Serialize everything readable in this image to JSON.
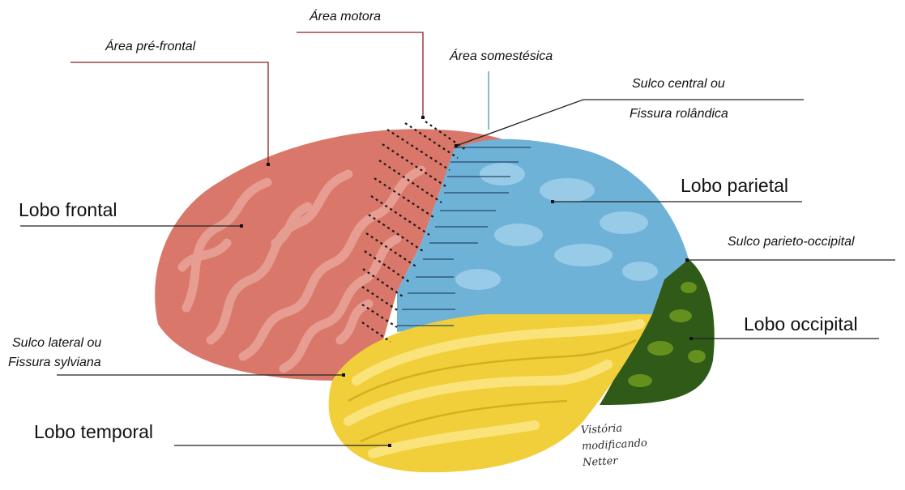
{
  "labels": {
    "prefrontal": "Área pré-frontal",
    "motor": "Área motora",
    "somatosensory": "Área somestésica",
    "central_sulcus_1": "Sulco central ou",
    "central_sulcus_2": "Fissura rolândica",
    "frontal_lobe": "Lobo frontal",
    "parietal_lobe": "Lobo parietal",
    "parieto_occipital": "Sulco parieto-occipital",
    "occipital_lobe": "Lobo occipital",
    "lateral_sulcus_1": "Sulco lateral ou",
    "lateral_sulcus_2": "Fissura sylviana",
    "temporal_lobe": "Lobo temporal"
  },
  "signature": [
    "Vistória",
    "modificando",
    "Netter"
  ],
  "colors": {
    "frontal": "#d9776a",
    "frontal_gyri": "#e8a196",
    "parietal": "#6fb2d8",
    "parietal_light": "#a9d6ee",
    "occipital": "#2f5a18",
    "occipital_light": "#6f9a1e",
    "temporal": "#f1cf3a",
    "temporal_light": "#fbe98a",
    "leader_line": "#222222",
    "prefrontal_leader": "#8b1e1e"
  }
}
